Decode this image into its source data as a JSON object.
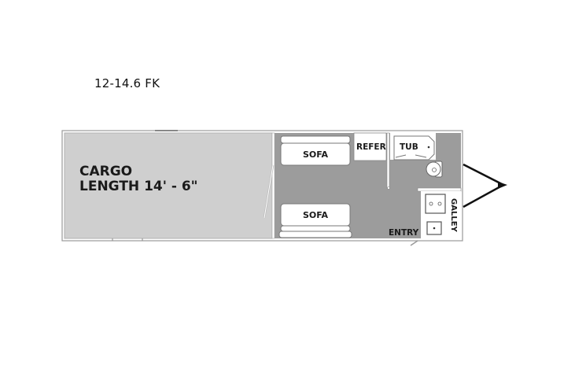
{
  "title": "12-14.6 FK",
  "cargo": {
    "line1": "CARGO",
    "line2": "LENGTH  14' - 6\""
  },
  "rooms": {
    "sofa_top": "SOFA",
    "sofa_bottom": "SOFA",
    "refer": "REFER",
    "tub": "TUB",
    "galley": "GALLEY",
    "entry": "ENTRY"
  },
  "colors": {
    "cargo_fill": "#cfcfcf",
    "living_fill": "#9a9a9a",
    "wall": "#8a8a8a",
    "fixture_fill": "#ffffff",
    "hitch": "#111111"
  }
}
